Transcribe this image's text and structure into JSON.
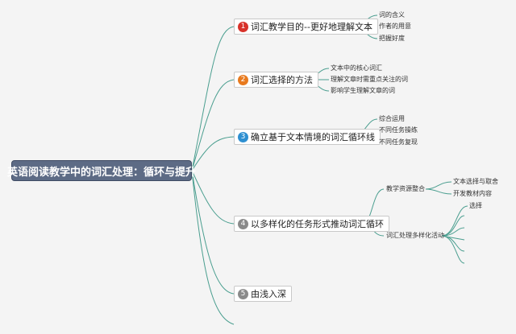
{
  "central": {
    "title": "英语阅读教学中的词汇处理：循环与提升"
  },
  "branches": [
    {
      "number": "1",
      "color": "#d8322a",
      "label": "词汇教学目的--更好地理解文本",
      "children": [
        "词的含义",
        "作者的用意",
        "把握好度"
      ]
    },
    {
      "number": "2",
      "color": "#e87a1e",
      "label": "词汇选择的方法",
      "children": [
        "文本中的核心词汇",
        "理解文章时需重点关注的词",
        "影响学生理解文章的词"
      ]
    },
    {
      "number": "3",
      "color": "#2e8fd1",
      "label": "确立基于文本情境的词汇循环线",
      "children": [
        "综合运用",
        "不同任务操练",
        "不同任务复现"
      ]
    },
    {
      "number": "4",
      "color": "#8a8a8a",
      "label": "以多样化的任务形式推动词汇循环",
      "children": [
        {
          "label": "教学资源整合",
          "children": [
            "文本选择与取舍",
            "开发教材内容"
          ]
        },
        {
          "label": "词汇处理多样化活动",
          "children": [
            "选择"
          ]
        }
      ]
    },
    {
      "number": "5",
      "color": "#8a8a8a",
      "label": "由浅入深",
      "children": []
    }
  ],
  "colors": {
    "line": "#4a9e8f",
    "central_bg": "#5d6b85"
  }
}
